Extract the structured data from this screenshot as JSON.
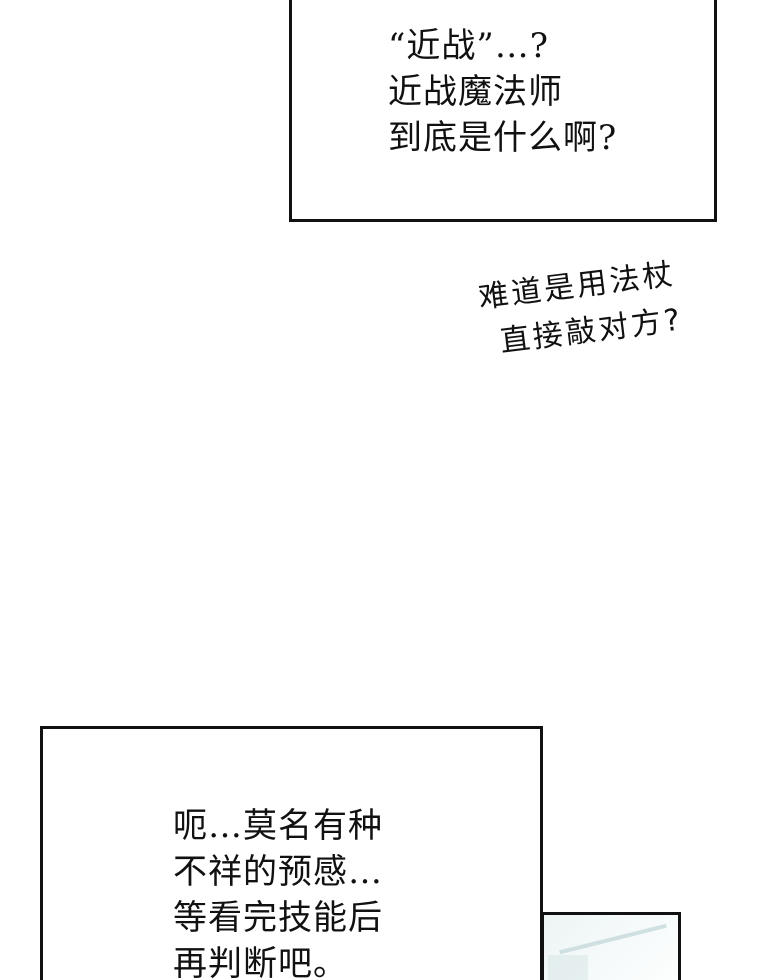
{
  "top_box": {
    "lines": [
      "“近战”…?",
      "近战魔法师",
      "到底是什么啊?"
    ]
  },
  "thought_text": {
    "lines": [
      "难道是用法杖",
      "直接敲对方?"
    ]
  },
  "bottom_box": {
    "lines": [
      "呃…莫名有种",
      "不祥的预感…",
      "等看完技能后",
      "再判断吧。"
    ]
  },
  "colors": {
    "ink": "#111111",
    "paper": "#ffffff",
    "corner_tint": "#c9dcdc"
  }
}
